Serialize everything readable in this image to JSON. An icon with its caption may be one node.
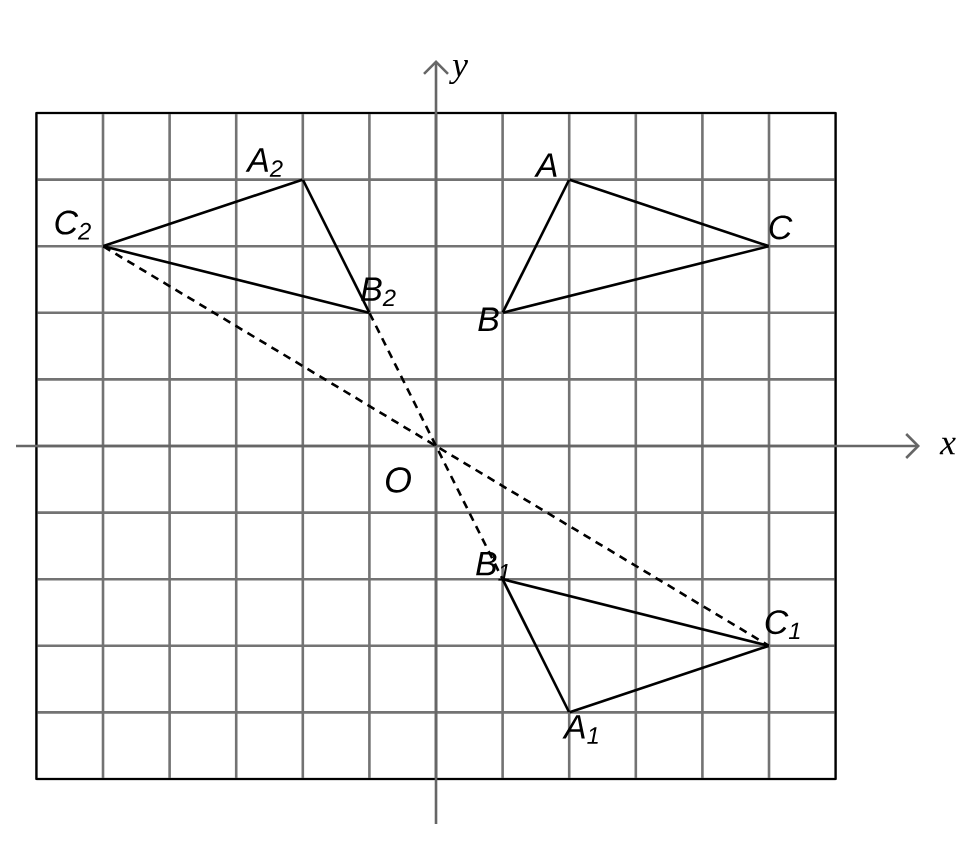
{
  "diagram": {
    "nodes": [
      {
        "text": [
          "A$_{2}$"
        ]
      },
      {
        "text": [
          "A"
        ]
      },
      {
        "text": [
          "C$_{2}$"
        ]
      },
      {
        "text": [
          "C"
        ]
      },
      {
        "text": [
          "B$_{2}$"
        ]
      },
      {
        "text": [
          "B"
        ]
      },
      {
        "text": [
          "B$_{1}$"
        ]
      },
      {
        "text": [
          "C$_{1}$"
        ]
      },
      {
        "text": [
          "A$_{1}$"
        ]
      }
    ],
    "edges": [
      {
        "from": 1,
        "to": 5,
        "arrow": "none"
      },
      {
        "from": 5,
        "to": 3,
        "arrow": "none"
      },
      {
        "from": 3,
        "to": 1,
        "arrow": "none"
      },
      {
        "from": 0,
        "to": 4,
        "arrow": "none"
      },
      {
        "from": 4,
        "to": 2,
        "arrow": "none"
      },
      {
        "from": 2,
        "to": 0,
        "arrow": "none"
      },
      {
        "from": 8,
        "to": 6,
        "arrow": "none"
      },
      {
        "from": 6,
        "to": 7,
        "arrow": "none"
      },
      {
        "from": 7,
        "to": 8,
        "arrow": "none"
      },
      {
        "from": 2,
        "to": 7,
        "arrow": "none",
        "style": "dashed"
      },
      {
        "from": 4,
        "to": 6,
        "arrow": "none",
        "style": "dashed"
      }
    ],
    "labels": [
      "y",
      "x",
      "O"
    ]
  }
}
